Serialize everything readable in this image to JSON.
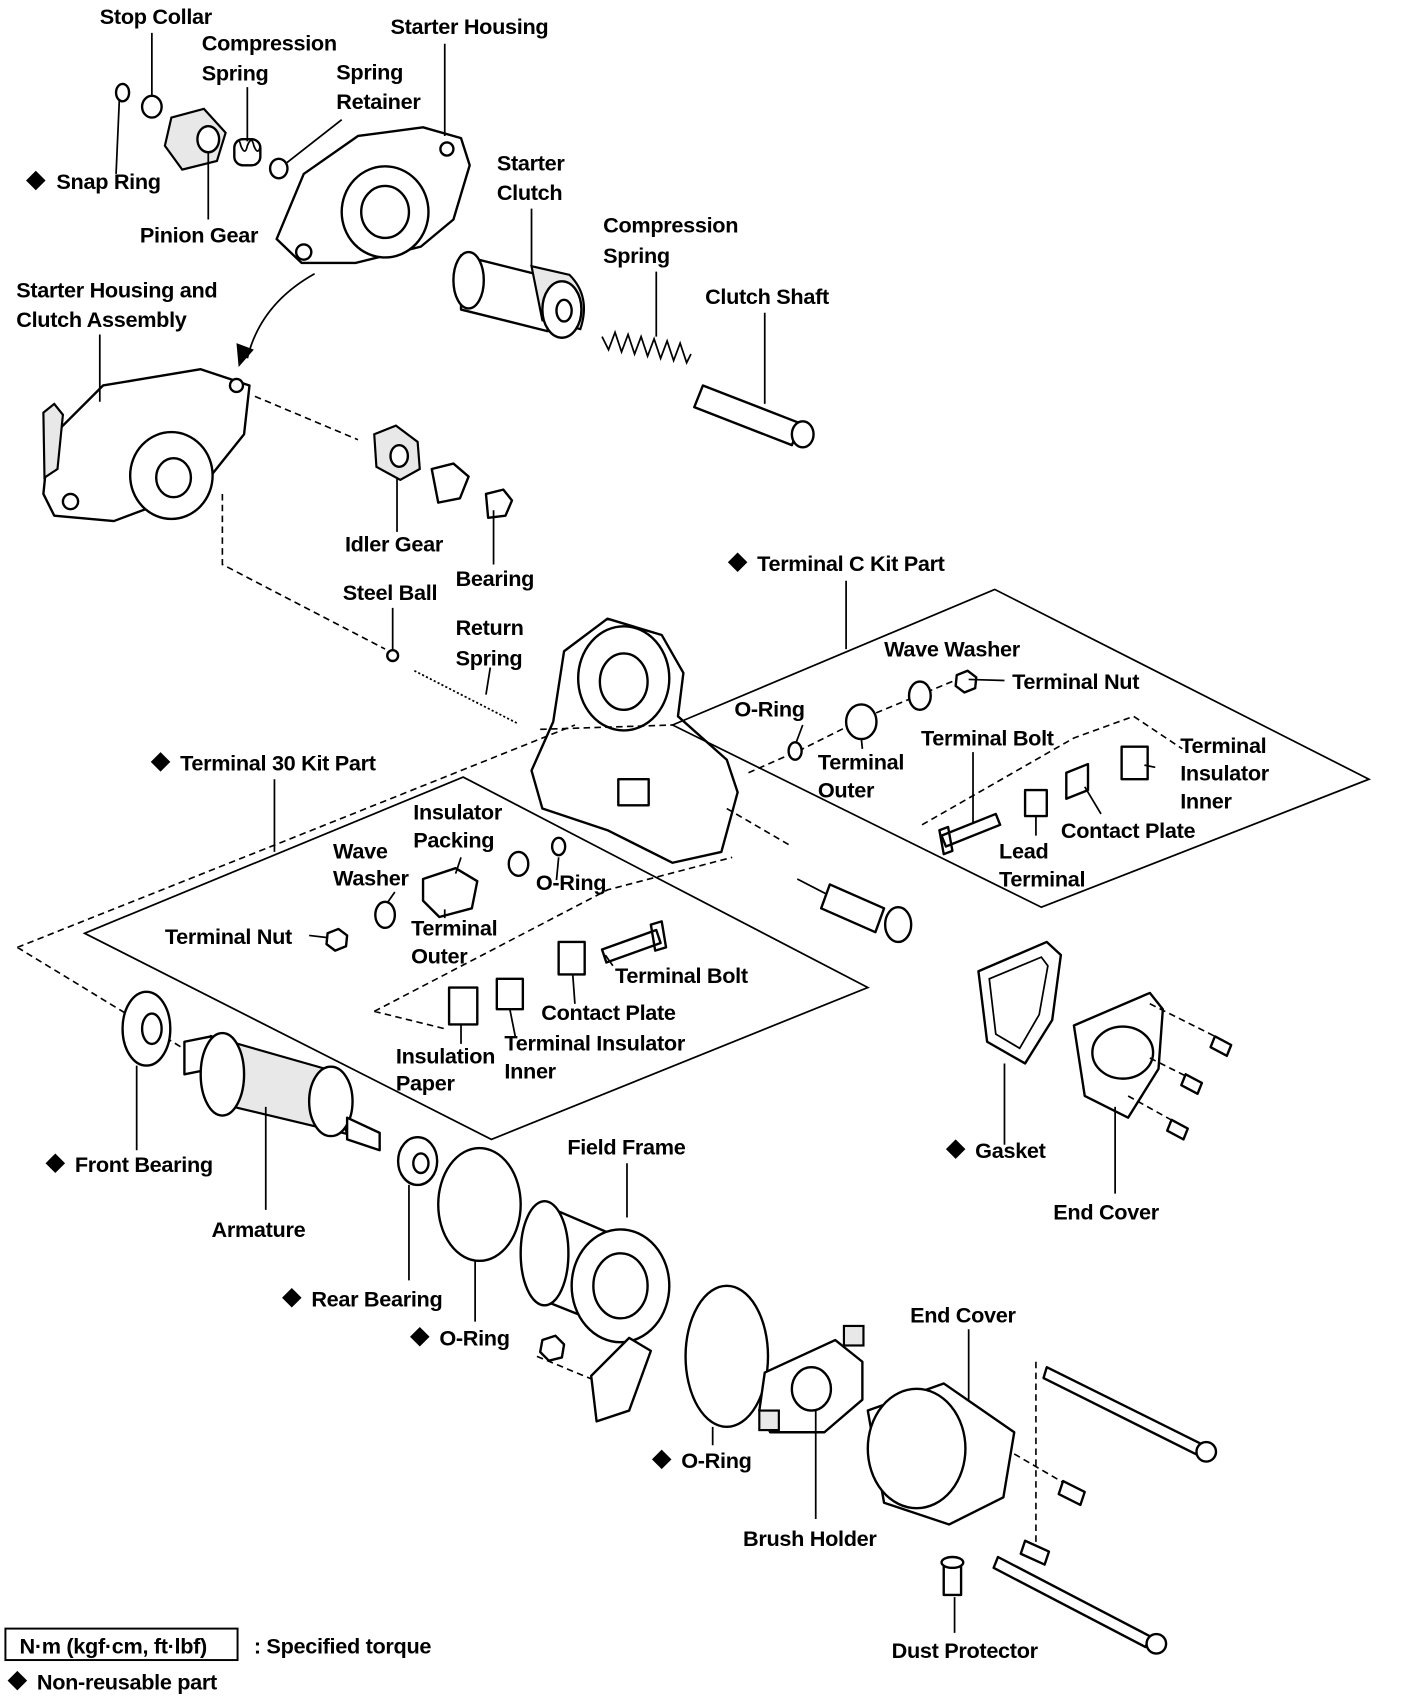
{
  "labels": {
    "stop_collar": [
      "Stop Collar"
    ],
    "compression_spring_1": [
      "Compression",
      "Spring"
    ],
    "starter_housing": [
      "Starter Housing"
    ],
    "spring_retainer": [
      "Spring",
      "Retainer"
    ],
    "snap_ring": [
      "Snap Ring"
    ],
    "pinion_gear": [
      "Pinion Gear"
    ],
    "starter_clutch": [
      "Starter",
      "Clutch"
    ],
    "compression_spring_2": [
      "Compression",
      "Spring"
    ],
    "clutch_shaft": [
      "Clutch Shaft"
    ],
    "housing_clutch_assembly": [
      "Starter Housing and",
      "Clutch Assembly"
    ],
    "idler_gear": [
      "Idler Gear"
    ],
    "bearing": [
      "Bearing"
    ],
    "steel_ball": [
      "Steel Ball"
    ],
    "terminal_c_kit": [
      "Terminal C Kit Part"
    ],
    "return_spring": [
      "Return",
      "Spring"
    ],
    "wave_washer_c": [
      "Wave Washer"
    ],
    "terminal_nut_c": [
      "Terminal Nut"
    ],
    "o_ring_c": [
      "O-Ring"
    ],
    "terminal_bolt_c": [
      "Terminal Bolt"
    ],
    "terminal_outer_c": [
      "Terminal",
      "Outer"
    ],
    "terminal_insulator_inner_c": [
      "Terminal",
      "Insulator",
      "Inner"
    ],
    "terminal_30_kit": [
      "Terminal 30 Kit Part"
    ],
    "insulator_packing": [
      "Insulator",
      "Packing"
    ],
    "wave_washer_30": [
      "Wave",
      "Washer"
    ],
    "o_ring_30": [
      "O-Ring"
    ],
    "contact_plate_c": [
      "Contact Plate"
    ],
    "lead_terminal": [
      "Lead",
      "Terminal"
    ],
    "terminal_nut_30": [
      "Terminal Nut"
    ],
    "terminal_outer_30": [
      "Terminal",
      "Outer"
    ],
    "terminal_bolt_30": [
      "Terminal Bolt"
    ],
    "contact_plate_30": [
      "Contact Plate"
    ],
    "terminal_insulator_inner_30": [
      "Terminal Insulator",
      "Inner"
    ],
    "insulation_paper": [
      "Insulation",
      "Paper"
    ],
    "field_frame": [
      "Field Frame"
    ],
    "gasket": [
      "Gasket"
    ],
    "front_bearing": [
      "Front Bearing"
    ],
    "end_cover_1": [
      "End Cover"
    ],
    "armature": [
      "Armature"
    ],
    "rear_bearing": [
      "Rear Bearing"
    ],
    "o_ring_1": [
      "O-Ring"
    ],
    "end_cover_2": [
      "End Cover"
    ],
    "o_ring_2": [
      "O-Ring"
    ],
    "brush_holder": [
      "Brush Holder"
    ],
    "dust_protector": [
      "Dust Protector"
    ]
  },
  "legend": {
    "torque_units": "N·m (kgf·cm, ft·lbf)",
    "torque_label": ": Specified torque",
    "non_reusable": "Non-reusable part",
    "non_reusable_symbol": "diamond"
  }
}
